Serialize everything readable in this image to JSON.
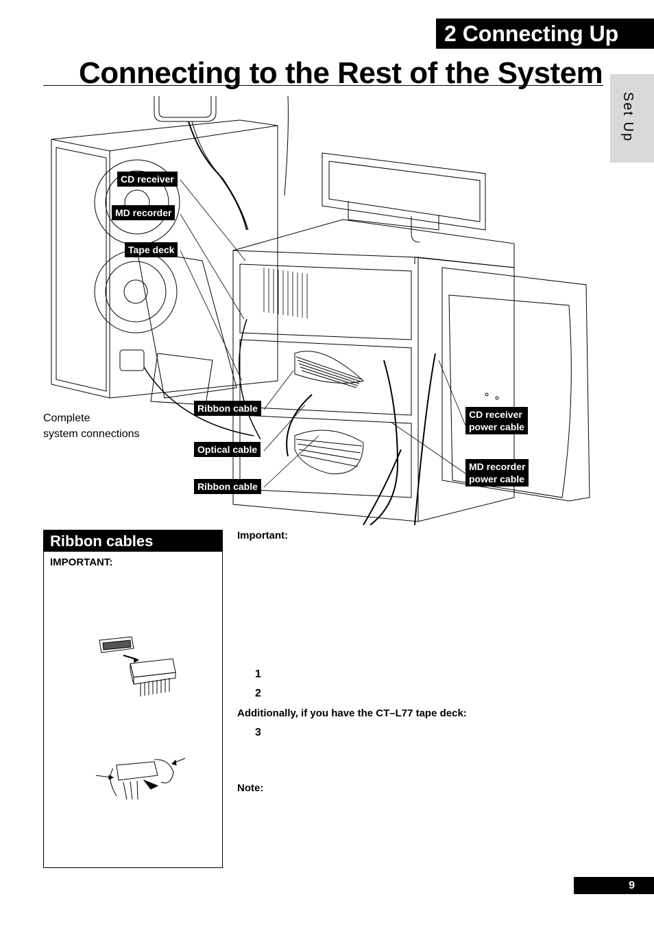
{
  "header": {
    "chapter": "2  Connecting Up",
    "title": "Connecting to the Rest of the System",
    "side_tab": "Set Up"
  },
  "diagram": {
    "labels": {
      "cd_receiver": "CD receiver",
      "md_recorder": "MD recorder",
      "tape_deck": "Tape deck",
      "ribbon_cable_1": "Ribbon cable",
      "optical_cable": "Optical cable",
      "ribbon_cable_2": "Ribbon cable",
      "cd_receiver_power_1": "CD receiver",
      "cd_receiver_power_2": "power cable",
      "md_recorder_power_1": "MD recorder",
      "md_recorder_power_2": "power cable"
    },
    "caption_line1": "Complete",
    "caption_line2": "system connections"
  },
  "ribbon_box": {
    "heading": "Ribbon cables",
    "important": "IMPORTANT:"
  },
  "body": {
    "important": "Important:",
    "step1": "1",
    "step2": "2",
    "additionally": "Additionally, if you have the CT–L77 tape deck:",
    "step3": "3",
    "note": "Note:"
  },
  "footer": {
    "page_number": "9"
  }
}
